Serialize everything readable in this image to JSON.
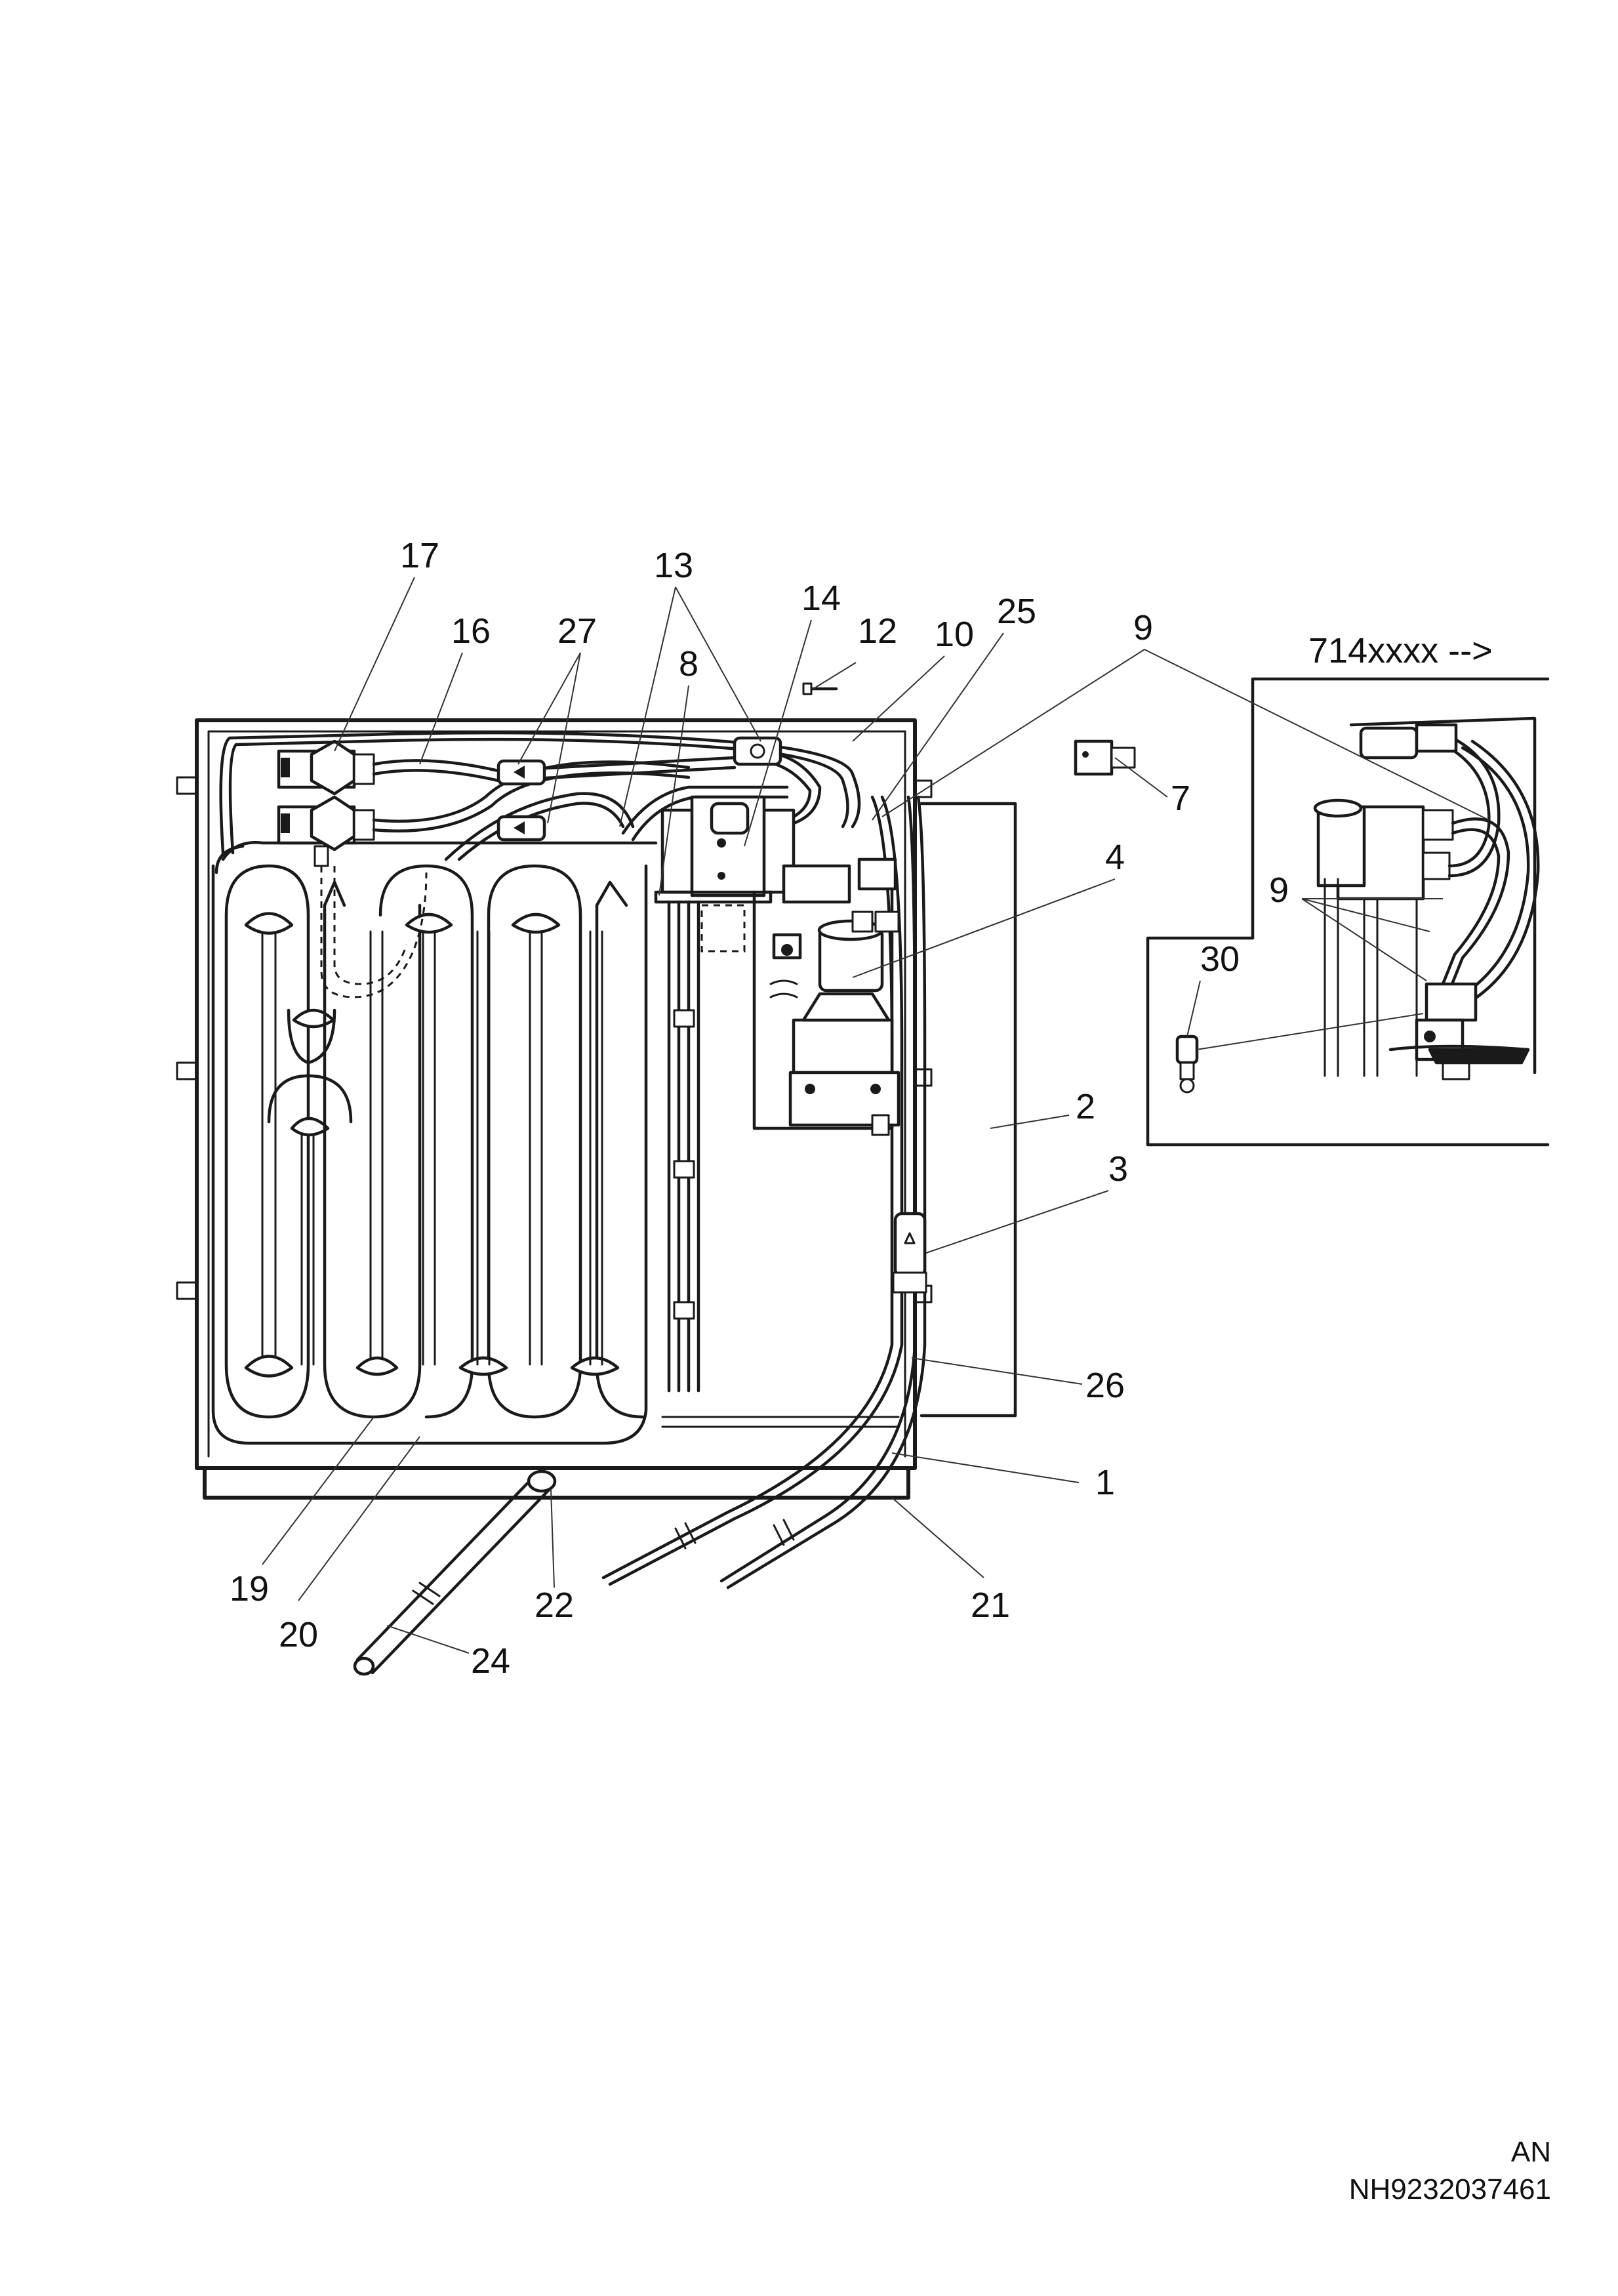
{
  "diagram": {
    "inset_label": "714xxxx -->",
    "callouts": {
      "c17": "17",
      "c16": "16",
      "c27": "27",
      "c13": "13",
      "c8": "8",
      "c14": "14",
      "c12": "12",
      "c10": "10",
      "c25": "25",
      "c9": "9",
      "c7": "7",
      "c4": "4",
      "c2": "2",
      "c3": "3",
      "c26": "26",
      "c1": "1",
      "c21": "21",
      "c22": "22",
      "c24": "24",
      "c19": "19",
      "c20": "20",
      "c9b": "9",
      "c30": "30"
    }
  },
  "footer": {
    "lang_code": "AN",
    "doc_number": "NH9232037461"
  }
}
